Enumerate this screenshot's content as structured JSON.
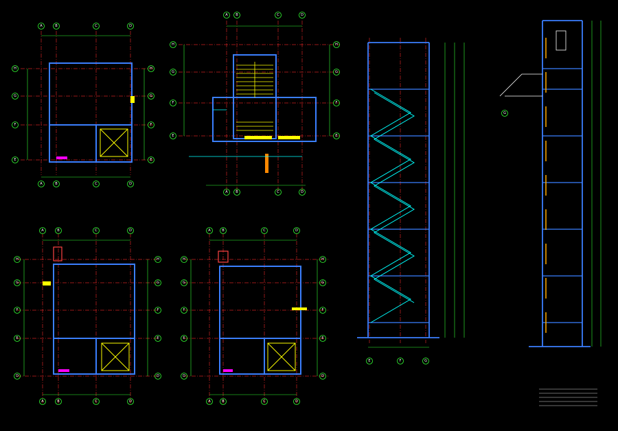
{
  "colors": {
    "background": "#000000",
    "grid_axis": "#cc2222",
    "wall": "#3b7fff",
    "dimension": "#33ff33",
    "bubble": "#33ff33",
    "text": "#e0e0e0",
    "accent_yellow": "#ffff00",
    "accent_cyan": "#00ffff",
    "accent_magenta": "#ff00ff"
  },
  "plans": [
    {
      "id": "plan-1",
      "cols": [
        "A",
        "B",
        "C",
        "D"
      ],
      "rows": [
        "H",
        "G",
        "F",
        "E"
      ]
    },
    {
      "id": "plan-2",
      "cols": [
        "A",
        "B",
        "C",
        "D"
      ],
      "rows": [
        "H",
        "G",
        "F",
        "E"
      ]
    },
    {
      "id": "plan-3",
      "cols": [
        "A",
        "B",
        "C",
        "D"
      ],
      "rows": [
        "H",
        "G",
        "F",
        "E",
        "D"
      ]
    },
    {
      "id": "plan-4",
      "cols": [
        "A",
        "B",
        "C",
        "D"
      ],
      "rows": [
        "H",
        "G",
        "F",
        "E",
        "D"
      ]
    }
  ],
  "sections": [
    {
      "id": "section-1",
      "axes": [
        "E",
        "F",
        "G"
      ]
    },
    {
      "id": "section-2",
      "axes": [
        "G"
      ]
    }
  ]
}
